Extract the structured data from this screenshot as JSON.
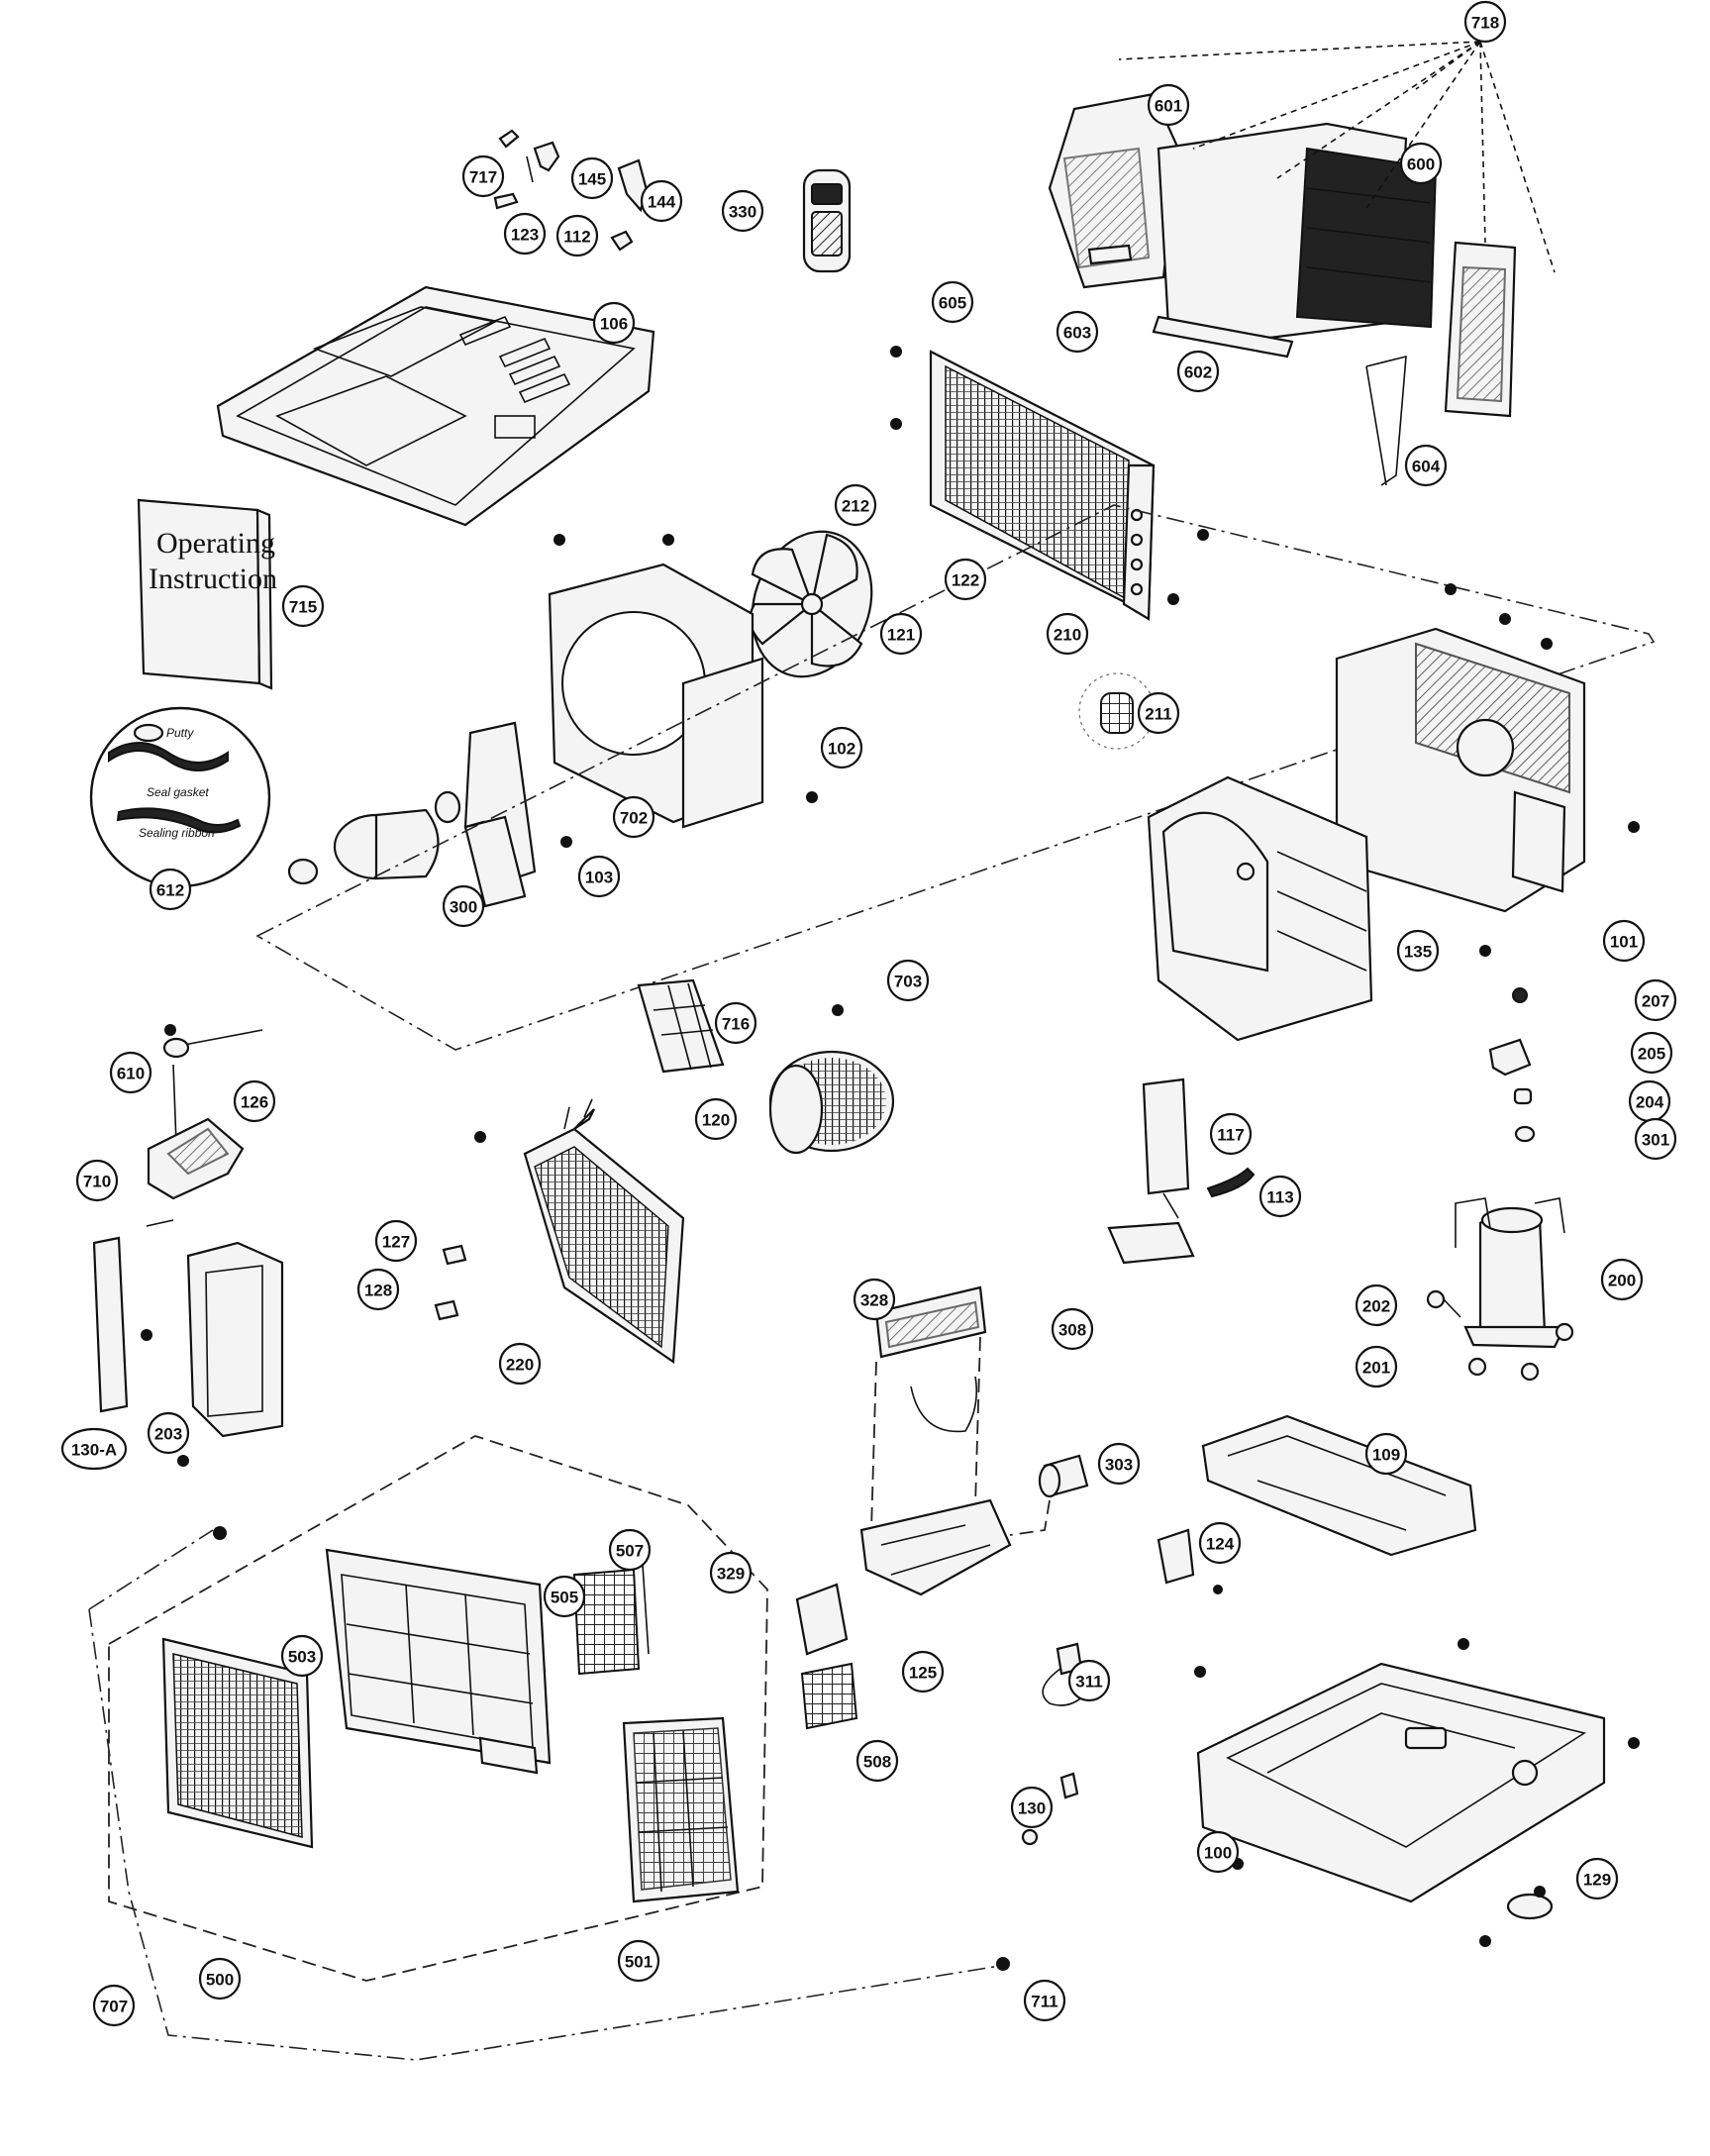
{
  "diagram": {
    "manual": {
      "line1": "Operating",
      "line2": "Instruction"
    },
    "accessory_kit": {
      "label_a": "Putty",
      "label_b": "Seal gasket",
      "label_c": "Sealing ribbon"
    },
    "callouts": [
      {
        "id": "718",
        "label": "718"
      },
      {
        "id": "717",
        "label": "717"
      },
      {
        "id": "145",
        "label": "145"
      },
      {
        "id": "144",
        "label": "144"
      },
      {
        "id": "123",
        "label": "123"
      },
      {
        "id": "112",
        "label": "112"
      },
      {
        "id": "330",
        "label": "330"
      },
      {
        "id": "601",
        "label": "601"
      },
      {
        "id": "600",
        "label": "600"
      },
      {
        "id": "605",
        "label": "605"
      },
      {
        "id": "603",
        "label": "603"
      },
      {
        "id": "602",
        "label": "602"
      },
      {
        "id": "604",
        "label": "604"
      },
      {
        "id": "106",
        "label": "106"
      },
      {
        "id": "212",
        "label": "212"
      },
      {
        "id": "122",
        "label": "122"
      },
      {
        "id": "121",
        "label": "121"
      },
      {
        "id": "210",
        "label": "210"
      },
      {
        "id": "211",
        "label": "211"
      },
      {
        "id": "715",
        "label": "715"
      },
      {
        "id": "612",
        "label": "612"
      },
      {
        "id": "102",
        "label": "102"
      },
      {
        "id": "702",
        "label": "702"
      },
      {
        "id": "103",
        "label": "103"
      },
      {
        "id": "300",
        "label": "300"
      },
      {
        "id": "101",
        "label": "101"
      },
      {
        "id": "135",
        "label": "135"
      },
      {
        "id": "207",
        "label": "207"
      },
      {
        "id": "205",
        "label": "205"
      },
      {
        "id": "204",
        "label": "204"
      },
      {
        "id": "301",
        "label": "301"
      },
      {
        "id": "703",
        "label": "703"
      },
      {
        "id": "716",
        "label": "716"
      },
      {
        "id": "120",
        "label": "120"
      },
      {
        "id": "610",
        "label": "610"
      },
      {
        "id": "126",
        "label": "126"
      },
      {
        "id": "117",
        "label": "117"
      },
      {
        "id": "113",
        "label": "113"
      },
      {
        "id": "710",
        "label": "710"
      },
      {
        "id": "127",
        "label": "127"
      },
      {
        "id": "128",
        "label": "128"
      },
      {
        "id": "220",
        "label": "220"
      },
      {
        "id": "130-A",
        "label": "130-A"
      },
      {
        "id": "203",
        "label": "203"
      },
      {
        "id": "328",
        "label": "328"
      },
      {
        "id": "308",
        "label": "308"
      },
      {
        "id": "200",
        "label": "200"
      },
      {
        "id": "202",
        "label": "202"
      },
      {
        "id": "201",
        "label": "201"
      },
      {
        "id": "303",
        "label": "303"
      },
      {
        "id": "109",
        "label": "109"
      },
      {
        "id": "507",
        "label": "507"
      },
      {
        "id": "505",
        "label": "505"
      },
      {
        "id": "503",
        "label": "503"
      },
      {
        "id": "329",
        "label": "329"
      },
      {
        "id": "124",
        "label": "124"
      },
      {
        "id": "125",
        "label": "125"
      },
      {
        "id": "311",
        "label": "311"
      },
      {
        "id": "508",
        "label": "508"
      },
      {
        "id": "130",
        "label": "130"
      },
      {
        "id": "100",
        "label": "100"
      },
      {
        "id": "129",
        "label": "129"
      },
      {
        "id": "501",
        "label": "501"
      },
      {
        "id": "500",
        "label": "500"
      },
      {
        "id": "707",
        "label": "707"
      },
      {
        "id": "711",
        "label": "711"
      }
    ]
  }
}
